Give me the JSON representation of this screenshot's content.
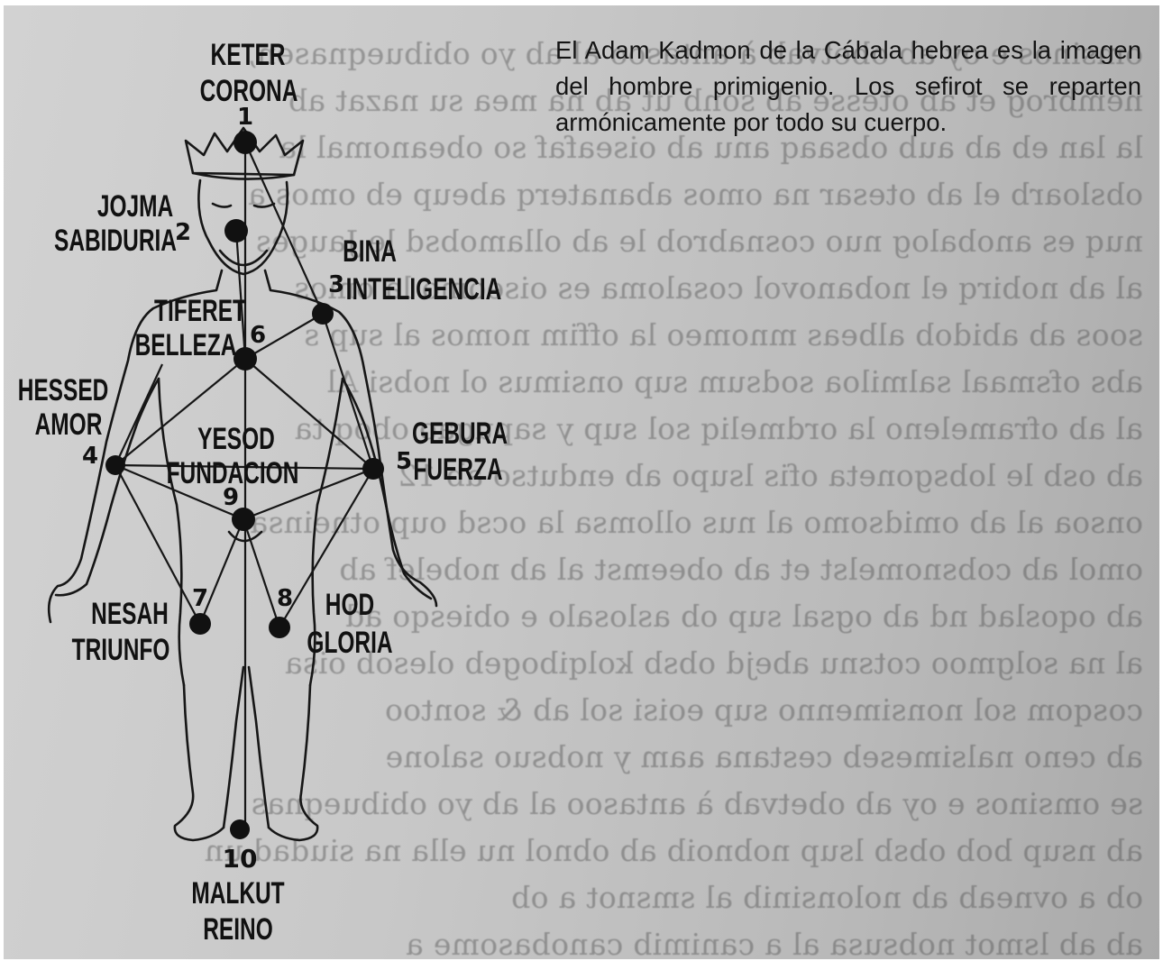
{
  "caption": "El Adam Kadmon de la Cábala hebrea es la imagen del hombre primigenio. Los sefirot se reparten armónicamente por todo su cuerpo.",
  "sefirot": [
    {
      "number": "1",
      "name": "KETER",
      "meaning": "CORONA"
    },
    {
      "number": "2",
      "name": "JOJMA",
      "meaning": "SABIDURIA"
    },
    {
      "number": "3",
      "name": "BINA",
      "meaning": "INTELIGENCIA"
    },
    {
      "number": "4",
      "name": "HESSED",
      "meaning": "AMOR"
    },
    {
      "number": "5",
      "name": "GEBURA",
      "meaning": "FUERZA"
    },
    {
      "number": "6",
      "name": "TIFERET",
      "meaning": "BELLEZA"
    },
    {
      "number": "7",
      "name": "NESAH",
      "meaning": "TRIUNFO"
    },
    {
      "number": "8",
      "name": "HOD",
      "meaning": "GLORIA"
    },
    {
      "number": "9",
      "name": "YESOD",
      "meaning": "FUNDACION"
    },
    {
      "number": "10",
      "name": "MALKUT",
      "meaning": "REINO"
    }
  ],
  "colors": {
    "ink": "#111111",
    "paper": "#c4c4c4"
  }
}
